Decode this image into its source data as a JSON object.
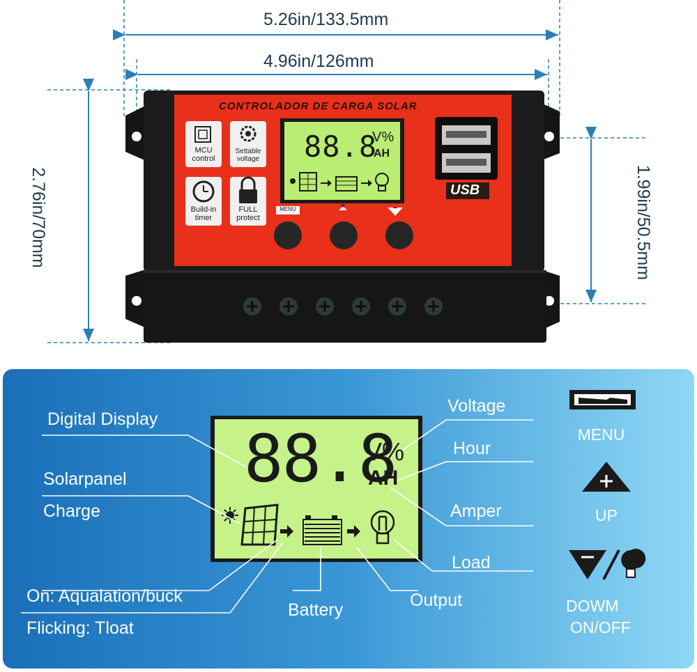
{
  "dimensions": {
    "outer_width": "5.26in/133.5mm",
    "inner_width": "4.96in/126mm",
    "outer_height": "2.76in/70mm",
    "inner_height": "1.99in/50.5mm"
  },
  "device": {
    "title": "CONTROLADOR DE CARGA SOLAR",
    "usb_label": "USB",
    "lcd_digits": "88.8",
    "lcd_unit_top": "V%",
    "lcd_unit_bottom": "AH",
    "features": [
      {
        "label_1": "MCU",
        "label_2": "control",
        "icon": "chip-icon"
      },
      {
        "label_1": "Settable",
        "label_2": "voltage",
        "icon": "gear-icon"
      },
      {
        "label_1": "Build-in",
        "label_2": "timer",
        "icon": "clock-icon"
      },
      {
        "label_1": "FULL",
        "label_2": "protect",
        "icon": "lock-icon"
      }
    ],
    "buttons": [
      {
        "label": "MENU"
      },
      {
        "label": "+"
      },
      {
        "label": "−"
      }
    ]
  },
  "diagram": {
    "lcd_digits": "88.8",
    "lcd_unit_top": "V%",
    "lcd_unit_bottom": "AH",
    "callouts": {
      "digital_display": "Digital Display",
      "solarpanel": "Solarpanel",
      "charge": "Charge",
      "on_mode": "On: Aqualation/buck",
      "flicking_mode": "Flicking: Tloat",
      "battery": "Battery",
      "output": "Output",
      "voltage": "Voltage",
      "hour": "Hour",
      "amper": "Amper",
      "load": "Load"
    },
    "legend": {
      "menu": "MENU",
      "up": "UP",
      "down_1": "DOWM",
      "down_2": "ON/OFF"
    }
  },
  "colors": {
    "housing": "#1c1c1c",
    "face_red": "#e8301a",
    "lcd_green": "#b8f26a",
    "dimension_blue": "#2a7fb5",
    "panel_blue_dark": "#1a6fb8",
    "panel_blue_light": "#8fd8f5"
  }
}
